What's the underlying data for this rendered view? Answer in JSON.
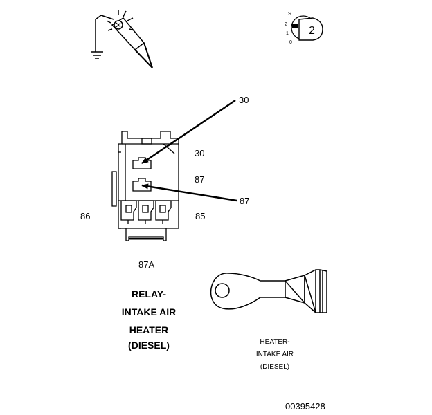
{
  "test_light_icon": "test-light-icon",
  "ignition_key_icon": "ignition-key-icon",
  "ignition": {
    "positions": [
      "S",
      "2",
      "1",
      "0"
    ],
    "key_number": "2"
  },
  "relay": {
    "callout_30": "30",
    "callout_87": "87",
    "terminal_30": "30",
    "terminal_87": "87",
    "terminal_86": "86",
    "terminal_85": "85",
    "terminal_87A": "87A",
    "title_lines": [
      "RELAY-",
      "INTAKE AIR",
      "HEATER",
      "(DIESEL)"
    ]
  },
  "heater": {
    "title_lines": [
      "HEATER-",
      "INTAKE AIR",
      "(DIESEL)"
    ]
  },
  "figure_id": "00395428"
}
